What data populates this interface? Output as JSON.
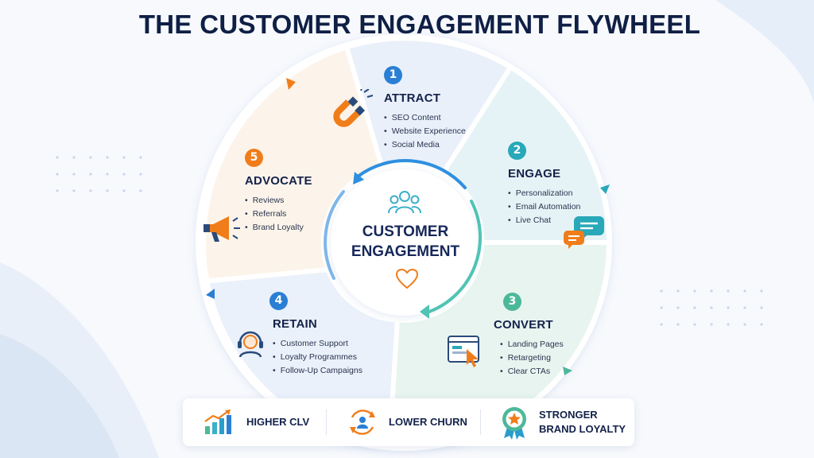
{
  "title": "THE CUSTOMER ENGAGEMENT FLYWHEEL",
  "center": {
    "line1": "CUSTOMER",
    "line2": "ENGAGEMENT",
    "icons": [
      "people-icon",
      "heart-icon"
    ]
  },
  "stages": [
    {
      "number": "1",
      "title": "ATTRACT",
      "color": "#2a7fd4",
      "icon": "magnet-icon",
      "items": [
        "SEO Content",
        "Website Experience",
        "Social Media"
      ]
    },
    {
      "number": "2",
      "title": "ENGAGE",
      "color": "#28a8b8",
      "icon": "chat-bubbles-icon",
      "items": [
        "Personalization",
        "Email Automation",
        "Live Chat"
      ]
    },
    {
      "number": "3",
      "title": "CONVERT",
      "color": "#4cb89a",
      "icon": "browser-cursor-icon",
      "items": [
        "Landing Pages",
        "Retargeting",
        "Clear CTAs"
      ]
    },
    {
      "number": "4",
      "title": "RETAIN",
      "color": "#2a7fd4",
      "icon": "headset-icon",
      "items": [
        "Customer Support",
        "Loyalty Programmes",
        "Follow-Up Campaigns"
      ]
    },
    {
      "number": "5",
      "title": "ADVOCATE",
      "color": "#f07d1a",
      "icon": "megaphone-icon",
      "items": [
        "Reviews",
        "Referrals",
        "Brand Loyalty"
      ]
    }
  ],
  "benefits": [
    {
      "label": "HIGHER CLV",
      "icon": "growth-chart-icon"
    },
    {
      "label": "LOWER CHURN",
      "icon": "retention-cycle-icon"
    },
    {
      "label_line1": "STRONGER",
      "label_line2": "BRAND LOYALTY",
      "icon": "award-badge-icon"
    }
  ]
}
